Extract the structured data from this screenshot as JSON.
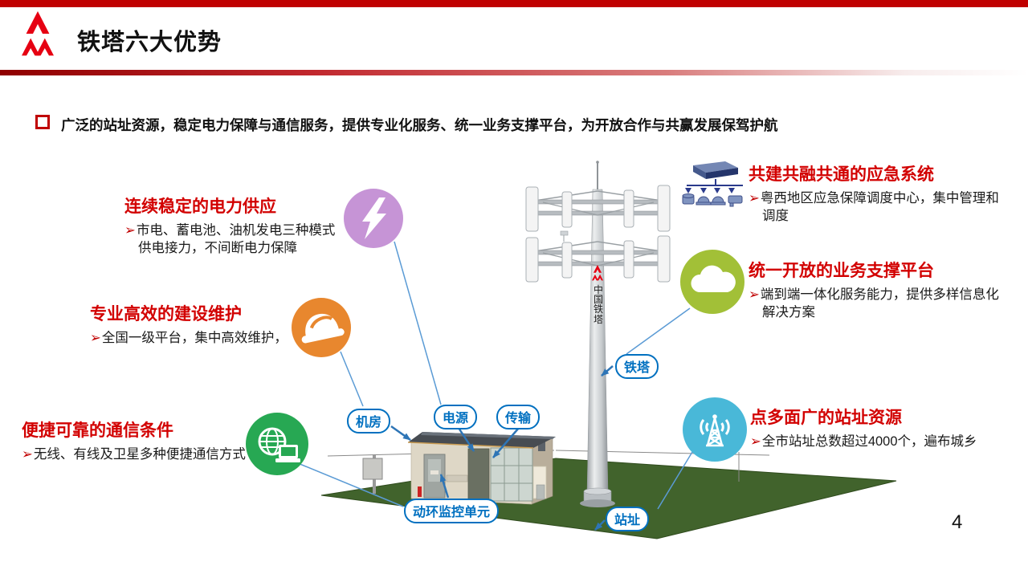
{
  "slide": {
    "title": "铁塔六大优势",
    "intro": "广泛的站址资源，稳定电力保障与通信服务，提供专业化服务、统一业务支撑平台，为开放合作与共赢发展保驾护航",
    "page_number": "4",
    "logo_icon": "china-tower-logo",
    "colors": {
      "accent_red": "#c00000",
      "title_red": "#d20000",
      "label_blue": "#0070c0",
      "line_blue": "#5b9bd5",
      "arrow_blue": "#2e75b6"
    }
  },
  "advantages": [
    {
      "id": "power",
      "title": "连续稳定的电力供应",
      "marker": "➢",
      "lines": [
        "市电、蓄电池、油机发电三种模式",
        "供电接力，不间断电力保障"
      ],
      "icon": "lightning-icon",
      "color": "#c694d6"
    },
    {
      "id": "build",
      "title": "专业高效的建设维护",
      "marker": "➢",
      "lines": [
        "全国一级平台，集中高效维护，"
      ],
      "icon": "hard-hat-icon",
      "color": "#e8872e"
    },
    {
      "id": "comm",
      "title": "便捷可靠的通信条件",
      "marker": "➢",
      "lines": [
        "无线、有线及卫星多种便捷通信方式"
      ],
      "icon": "globe-laptop-icon",
      "color": "#27a853"
    },
    {
      "id": "emergency",
      "title": "共建共融共通的应急系统",
      "marker": "➢",
      "lines": [
        "粤西地区应急保障调度中心，集中管理和",
        "调度"
      ],
      "icon": "monitor-network-icon",
      "color": "#7d90bd"
    },
    {
      "id": "platform",
      "title": "统一开放的业务支撑平台",
      "marker": "➢",
      "lines": [
        "端到端一体化服务能力，提供多样信息化",
        "解决方案"
      ],
      "icon": "cloud-icon",
      "color": "#a2c037"
    },
    {
      "id": "sites",
      "title": "点多面广的站址资源",
      "marker": "➢",
      "lines": [
        "全市站址总数超过4000个，遍布城乡"
      ],
      "icon": "antenna-icon",
      "color": "#49b8d8"
    }
  ],
  "diagram": {
    "tower_text": "中国铁塔",
    "labels": {
      "jifang": "机房",
      "dianyuan": "电源",
      "chuanshu": "传输",
      "tieta": "铁塔",
      "donghuan": "动环监控单元",
      "zhanzhi": "站址"
    }
  }
}
